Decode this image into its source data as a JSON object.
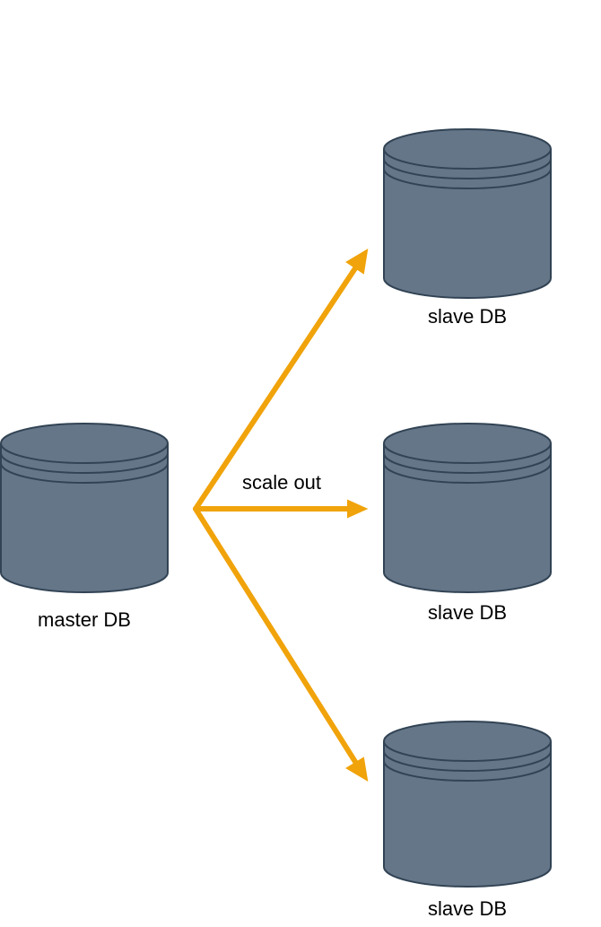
{
  "colors": {
    "database_fill": "#647687",
    "database_stroke": "#314354",
    "arrow": "#f0a30a"
  },
  "master": {
    "label": "master DB"
  },
  "edge_label": "scale out",
  "slaves": [
    {
      "label": "slave DB"
    },
    {
      "label": "slave DB"
    },
    {
      "label": "slave DB"
    }
  ]
}
